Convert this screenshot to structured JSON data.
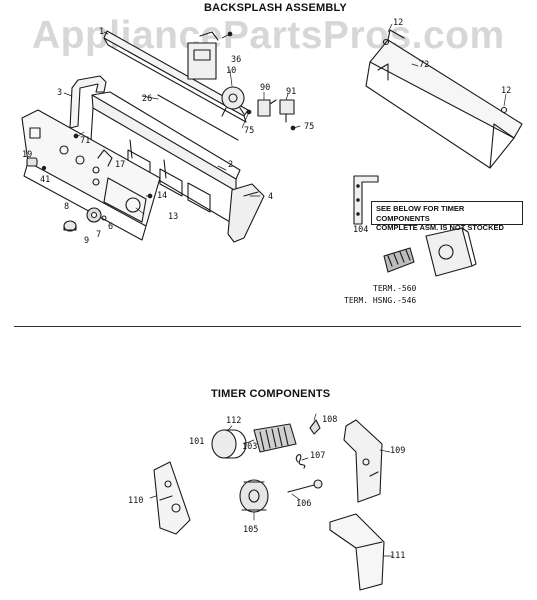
{
  "titles": {
    "backsplash": "BACKSPLASH ASSEMBLY",
    "timer": "TIMER COMPONENTS"
  },
  "watermark": "AppliancePartsPros.com",
  "note": {
    "line1": "SEE BELOW FOR TIMER COMPONENTS",
    "line2": "COMPLETE ASM. IS NOT STOCKED"
  },
  "terms": {
    "term": "TERM.-560",
    "hsng": "TERM. HSNG.-546"
  },
  "labels": {
    "p1": "1",
    "p2": "2",
    "p3": "3",
    "p4": "4",
    "p6": "6",
    "p7": "7",
    "p8": "8",
    "p9": "9",
    "p10": "10",
    "p12a": "12",
    "p12b": "12",
    "p13": "13",
    "p14": "14",
    "p17": "17",
    "p19": "19",
    "p26": "26",
    "p36": "36",
    "p41": "41",
    "p71": "71",
    "p72": "72",
    "p75a": "75",
    "p75b": "75",
    "p90": "90",
    "p91": "91",
    "p104": "104",
    "p101": "101",
    "p103": "103",
    "p105": "105",
    "p106": "106",
    "p107": "107",
    "p108": "108",
    "p109": "109",
    "p110": "110",
    "p111": "111",
    "p112": "112"
  }
}
